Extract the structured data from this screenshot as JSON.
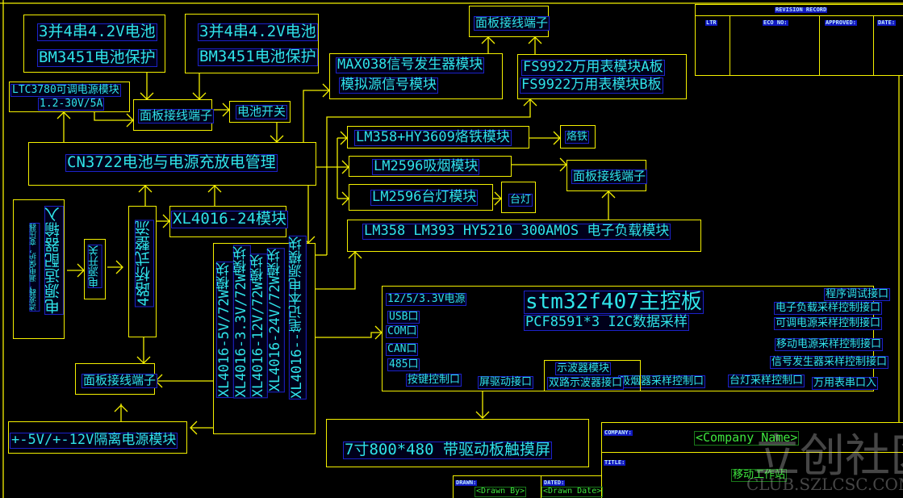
{
  "battery_pack_1": {
    "line1": "3并4串4.2V电池",
    "line2": "BM3451电池保护"
  },
  "battery_pack_2": {
    "line1": "3并4串4.2V电池",
    "line2": "BM3451电池保护"
  },
  "ltc_module": {
    "line1": "LTC3780可调电源模块",
    "line2": "1.2-30V/5A"
  },
  "panel_terminal": "面板接线端子",
  "battery_switch": "电池开关",
  "charge_manager": "CN3722电池与电源充放电管理",
  "signal_generator": {
    "line1": "MAX038信号发生器模块",
    "line2": "模拟源信号模块"
  },
  "multimeter": {
    "line1": "FS9922万用表模块A板",
    "line2": "FS9922万用表模块B板"
  },
  "soldering_module": "LM358+HY3609烙铁模块",
  "soldering_iron": "烙铁",
  "smoke_module": "LM2596吸烟模块",
  "lamp_module": "LM2596台灯模块",
  "lamp": "台灯",
  "electronic_load": "LM358 LM393 HY5210 300AMOS 电子负载模块",
  "adapter": {
    "small": "滤波器，漏电保护，变压器",
    "main": "电源适配器输入"
  },
  "power_switch": "电源开关",
  "rectifier": "4路桥式整流",
  "xl4016_24": "XL4016-24模块",
  "xl4016_group": [
    "XL4016-5V/72W模块",
    "XL4016-3.3V/72W模块",
    "XL4016-12V/72W模块",
    "XL4016-24V/72W模块",
    "XL4016--笔记本电源模块"
  ],
  "isolated_supply": "+-5V/+-12V隔离电源模块",
  "mcu_board": {
    "title": "stm32f407主控板",
    "subtitle": "PCF8591*3 I2C数据采样",
    "left_ports": [
      "12/5/3.3V电源",
      "USB口",
      "COM口",
      "CAN口",
      "485口"
    ],
    "right_ports": [
      "程序调试接口",
      "电子负载采样控制接口",
      "可调电源采样控制接口",
      "移动电源采样控制接口",
      "信号发生器采样控制接口"
    ],
    "bottom_ports": [
      "按键控制口",
      "屏驱动接口",
      "吸烟器采样控制口",
      "台灯采样控制口",
      "万用表串口入"
    ],
    "scope": {
      "line1": "示波器模块",
      "line2": "双路示波器接口"
    }
  },
  "display": "7寸800*480 带驱动板触摸屏",
  "title_block": {
    "company_label": "COMPANY:",
    "company_value": "<Company Name>",
    "title_label": "TITLE:",
    "title_value": "移动工作站",
    "drawn_label": "DRAWN:",
    "drawn_value": "<Drawn By>",
    "dated_label": "DATED:",
    "dated_value": "<Drawn Date>"
  },
  "revision_record": {
    "title": "REVISION RECORD",
    "headers": [
      "LTR",
      "ECO NO:",
      "APPROVED:",
      "DATE:"
    ]
  },
  "watermark": {
    "main": "立创社区",
    "sub": "CLUB.SZLCSC.COM"
  }
}
